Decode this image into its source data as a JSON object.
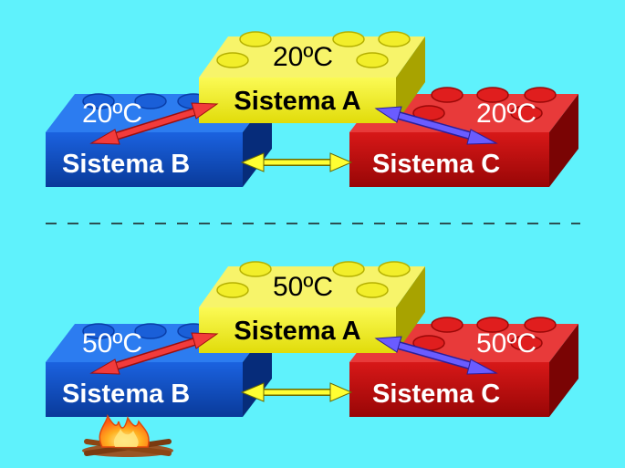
{
  "scenes": [
    {
      "system_a": {
        "label": "Sistema A",
        "temperature": "20ºC"
      },
      "system_b": {
        "label": "Sistema B",
        "temperature": "20ºC"
      },
      "system_c": {
        "label": "Sistema C",
        "temperature": "20ºC"
      }
    },
    {
      "system_a": {
        "label": "Sistema A",
        "temperature": "50ºC"
      },
      "system_b": {
        "label": "Sistema B",
        "temperature": "50ºC"
      },
      "system_c": {
        "label": "Sistema C",
        "temperature": "50ºC"
      }
    }
  ],
  "colors": {
    "background": "#5ff2fc",
    "brick_a": "#f2ef1a",
    "brick_b": "#0f4fc4",
    "brick_c": "#c40d0d",
    "arrow_ab": "#f23b3b",
    "arrow_ac": "#6a5cff",
    "arrow_bc": "#ffff33",
    "separator": "#1a1a1a",
    "fire": "#ff7a1a"
  },
  "icons": {
    "fire": "campfire-icon"
  }
}
